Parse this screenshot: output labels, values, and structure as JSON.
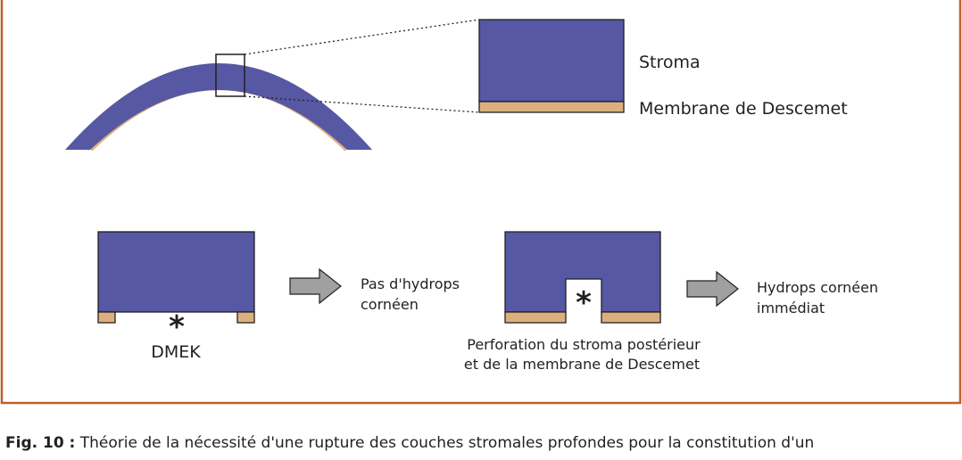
{
  "colors": {
    "stroma": "#5658a3",
    "descemet": "#dcb07e",
    "frame": "#c0602d",
    "arrow": "#a0a0a0",
    "ink": "#231f20"
  },
  "labels": {
    "stroma": "Stroma",
    "descemet": "Membrane de Descemet",
    "no_hydrops_line1": "Pas d'hydrops",
    "no_hydrops_line2": "cornéen",
    "hydrops_line1": "Hydrops cornéen",
    "hydrops_line2": "immédiat",
    "dmek": "DMEK",
    "perforation_line1": "Perforation du stroma postérieur",
    "perforation_line2": "et de la membrane de Descemet",
    "asterisk": "*"
  },
  "caption": {
    "figure": "Fig. 10 :",
    "text": "Théorie de la nécessité d'une rupture des couches stromales profondes pour la constitution d'un"
  }
}
